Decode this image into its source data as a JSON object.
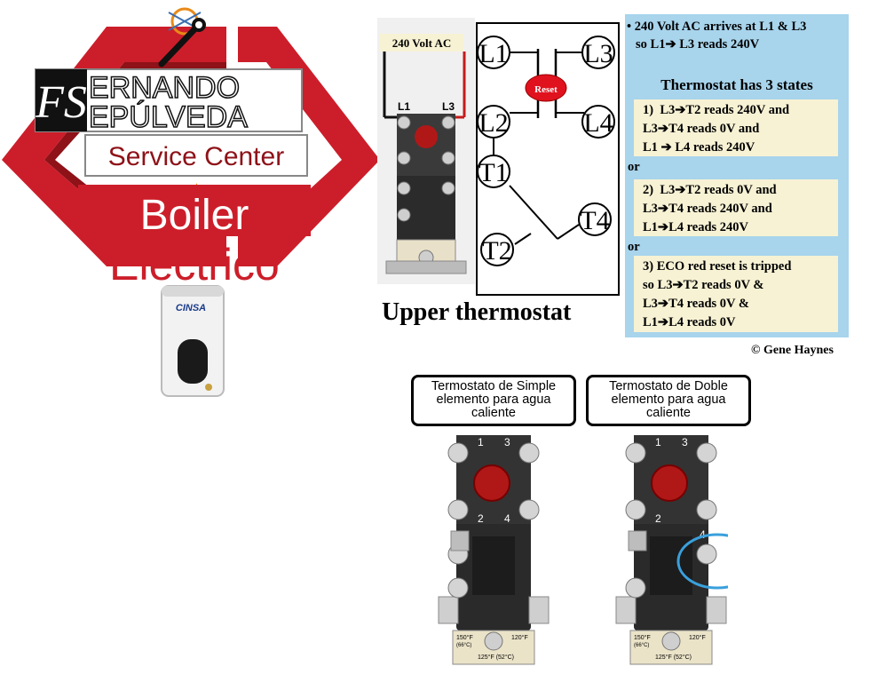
{
  "logo": {
    "monogram": "FS",
    "name_line1": "ERNANDO",
    "name_line2": "EPÚLVEDA",
    "subtitle": "Service Center",
    "product_line1": "Boiler",
    "product_line2": "Electrico",
    "heater_brand": "CINSA",
    "colors": {
      "red": "#cc1e2a",
      "dark_red": "#8e1218",
      "grey": "#5f5f5f",
      "black": "#111111"
    }
  },
  "upper_thermostat": {
    "supply_label": "240 Volt AC",
    "terminal_left": "L1",
    "terminal_right": "L3",
    "title": "Upper thermostat"
  },
  "wiring_diagram": {
    "nodes": [
      "L1",
      "L3",
      "L2",
      "L4",
      "T1",
      "T4",
      "T2"
    ],
    "reset_label": "Reset",
    "reset_color": "#e0121e"
  },
  "info_panel": {
    "bullet": "•",
    "voltage_note_line1": "240 Volt AC arrives at L1 & L3",
    "voltage_note_line2": "so L1➔ L3 reads 240V",
    "heading": "Thermostat has 3 states",
    "states": [
      {
        "num": "1)",
        "lines": [
          "L3➔T2 reads 240V and",
          "L3➔T4 reads 0V and",
          "L1 ➔ L4 reads 240V"
        ]
      },
      {
        "num": "2)",
        "lines": [
          "L3➔T2 reads 0V and",
          "L3➔T4 reads 240V and",
          "L1➔L4 reads 240V"
        ]
      },
      {
        "num": "3)",
        "lines": [
          "ECO red reset is tripped",
          "so L3➔T2 reads 0V &",
          "L3➔T4 reads 0V &",
          "L1➔L4 reads 0V"
        ]
      }
    ],
    "or_label": "or",
    "credit": "© Gene Haynes",
    "colors": {
      "panel": "#a8d4ec",
      "state_box": "#f7f2d4"
    }
  },
  "callouts": {
    "simple": [
      "Termostato de Simple",
      "elemento para agua",
      "caliente"
    ],
    "doble": [
      "Termostato de Doble",
      "elemento para agua",
      "caliente"
    ]
  },
  "thermostat_photos": {
    "terminal_numbers": [
      "1",
      "3",
      "2",
      "4"
    ],
    "temp_left": "150°F",
    "temp_left_c": "(66°C)",
    "temp_right": "120°F",
    "temp_bottom": "125°F (52°C)",
    "highlight_color": "#3aa0dc"
  }
}
